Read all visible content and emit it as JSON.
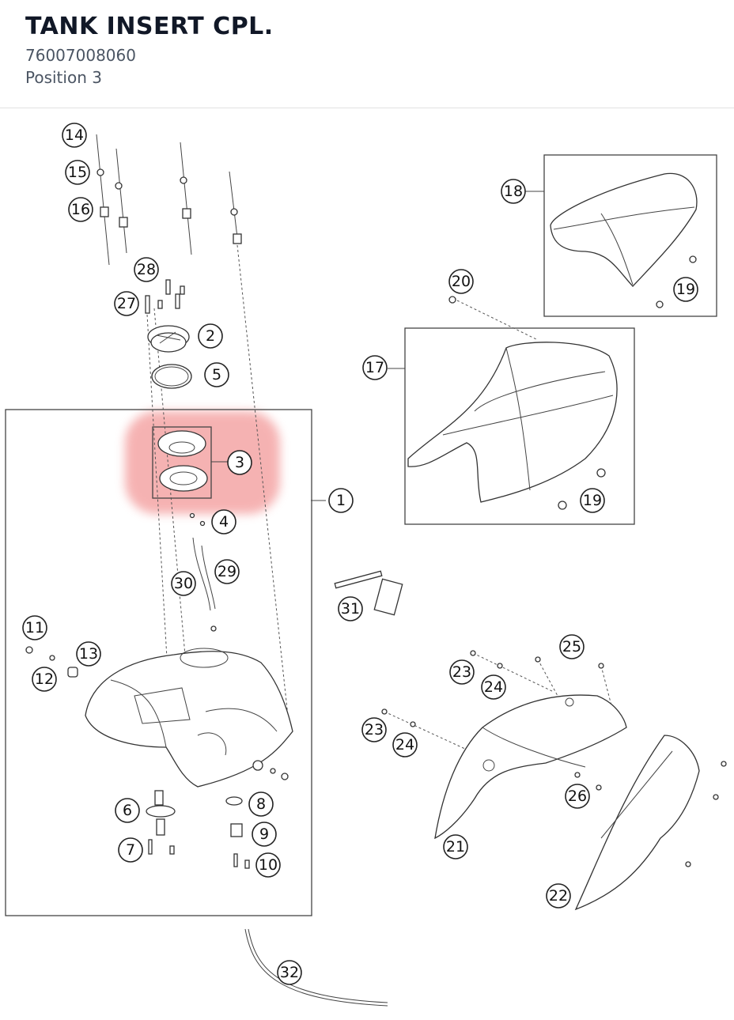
{
  "header": {
    "title": "TANK INSERT CPL.",
    "part_number": "76007008060",
    "position": "Position 3"
  },
  "highlight": {
    "color": "#f08080",
    "target_label": "3"
  },
  "labels": [
    "14",
    "15",
    "16",
    "28",
    "27",
    "2",
    "5",
    "3",
    "4",
    "1",
    "30",
    "29",
    "11",
    "13",
    "12",
    "6",
    "7",
    "8",
    "9",
    "10",
    "18",
    "19",
    "20",
    "17",
    "31",
    "25",
    "23",
    "24",
    "26",
    "21",
    "22",
    "32"
  ]
}
